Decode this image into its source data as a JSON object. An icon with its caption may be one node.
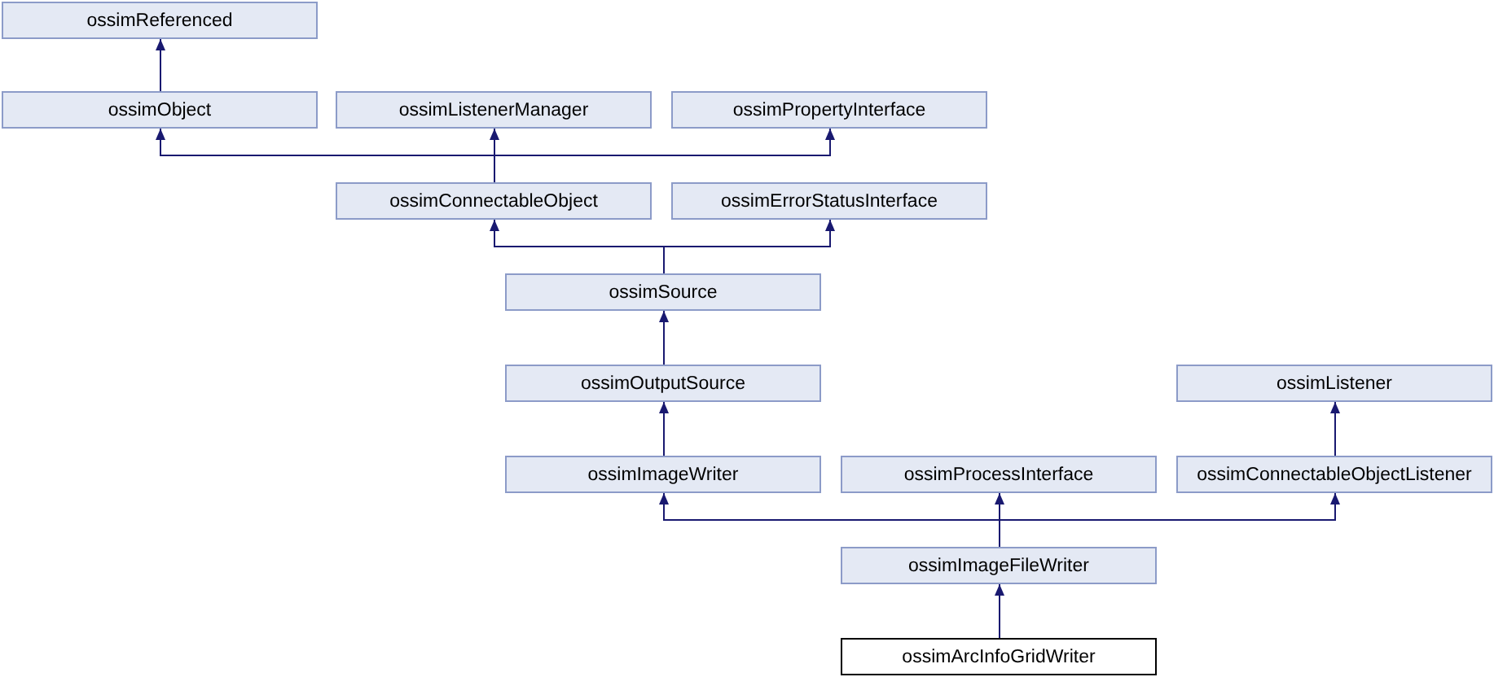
{
  "diagram": {
    "nodes": [
      {
        "text": [
          "ossimReferenced"
        ]
      },
      {
        "text": [
          "ossimObject"
        ]
      },
      {
        "text": [
          "ossimListenerManager"
        ]
      },
      {
        "text": [
          "ossimPropertyInterface"
        ]
      },
      {
        "text": [
          "ossimConnectableObject"
        ]
      },
      {
        "text": [
          "ossimErrorStatusInterface"
        ]
      },
      {
        "text": [
          "ossimSource"
        ]
      },
      {
        "text": [
          "ossimOutputSource"
        ]
      },
      {
        "text": [
          "ossimListener"
        ]
      },
      {
        "text": [
          "ossimImageWriter"
        ]
      },
      {
        "text": [
          "ossimProcessInterface"
        ]
      },
      {
        "text": [
          "ossimConnectableObjectListener"
        ]
      },
      {
        "text": [
          "ossimImageFileWriter"
        ]
      },
      {
        "text": [
          "ossimArcInfoGridWriter"
        ]
      }
    ],
    "edges": [
      {
        "from": 1,
        "to": 0,
        "arrow": "to"
      },
      {
        "from": 4,
        "to": 1,
        "arrow": "to"
      },
      {
        "from": 4,
        "to": 2,
        "arrow": "to"
      },
      {
        "from": 4,
        "to": 3,
        "arrow": "to"
      },
      {
        "from": 6,
        "to": 4,
        "arrow": "to"
      },
      {
        "from": 6,
        "to": 5,
        "arrow": "to"
      },
      {
        "from": 7,
        "to": 6,
        "arrow": "to"
      },
      {
        "from": 9,
        "to": 7,
        "arrow": "to"
      },
      {
        "from": 11,
        "to": 8,
        "arrow": "to"
      },
      {
        "from": 12,
        "to": 9,
        "arrow": "to"
      },
      {
        "from": 12,
        "to": 10,
        "arrow": "to"
      },
      {
        "from": 12,
        "to": 11,
        "arrow": "to"
      },
      {
        "from": 13,
        "to": 12,
        "arrow": "to"
      }
    ]
  }
}
